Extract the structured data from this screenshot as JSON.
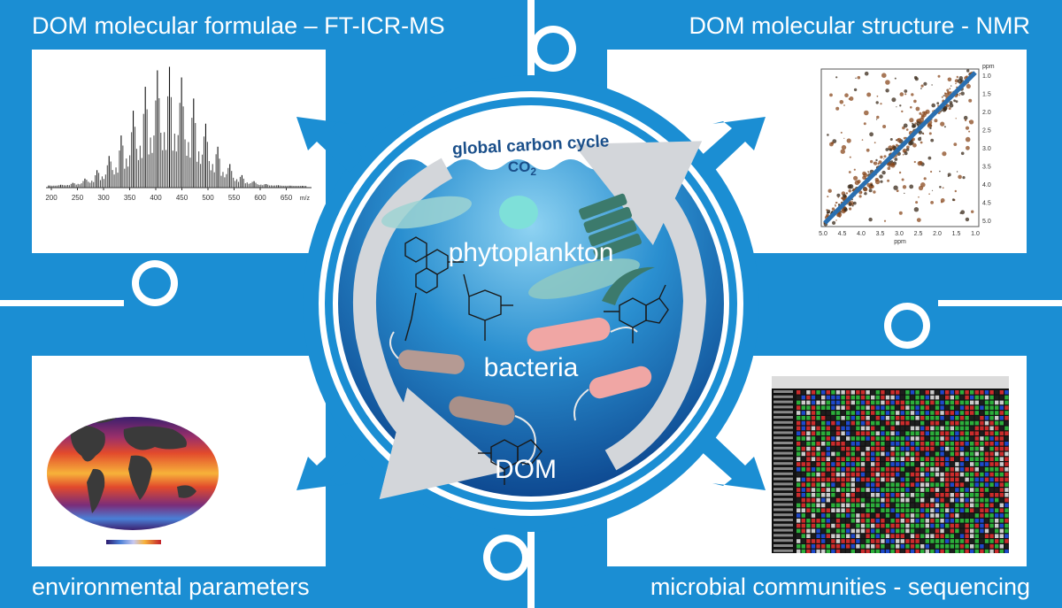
{
  "quadrants": {
    "top_left": {
      "title": "DOM molecular formulae – FT-ICR-MS"
    },
    "top_right": {
      "title": "DOM molecular structure - NMR"
    },
    "bottom_left": {
      "title": "environmental parameters"
    },
    "bottom_right": {
      "title": "microbial communities - sequencing"
    }
  },
  "center": {
    "cycle_label": "global carbon cycle",
    "co2_label": "CO",
    "co2_subscript": "2",
    "phytoplankton_label": "phytoplankton",
    "bacteria_label": "bacteria",
    "dom_label": "DOM"
  },
  "ms_spectrum": {
    "axis_ticks": [
      "200",
      "250",
      "300",
      "350",
      "400",
      "450",
      "500",
      "550",
      "600",
      "650"
    ],
    "axis_unit": "m/z"
  },
  "nmr_spectrum": {
    "x_ticks": [
      "5.0",
      "4.5",
      "4.0",
      "3.5",
      "3.0",
      "2.5",
      "2.0",
      "1.5",
      "1.0"
    ],
    "x_unit": "ppm",
    "y_ticks": [
      "1.0",
      "1.5",
      "2.0",
      "2.5",
      "3.0",
      "3.5",
      "4.0",
      "4.5",
      "5.0"
    ],
    "y_unit": "ppm"
  },
  "colors": {
    "frame_blue": "#1b8ed3",
    "ocean_top": "#8fd3f2",
    "ocean_bottom": "#0a3f88",
    "arrow_grey": "#c9cdd2"
  }
}
